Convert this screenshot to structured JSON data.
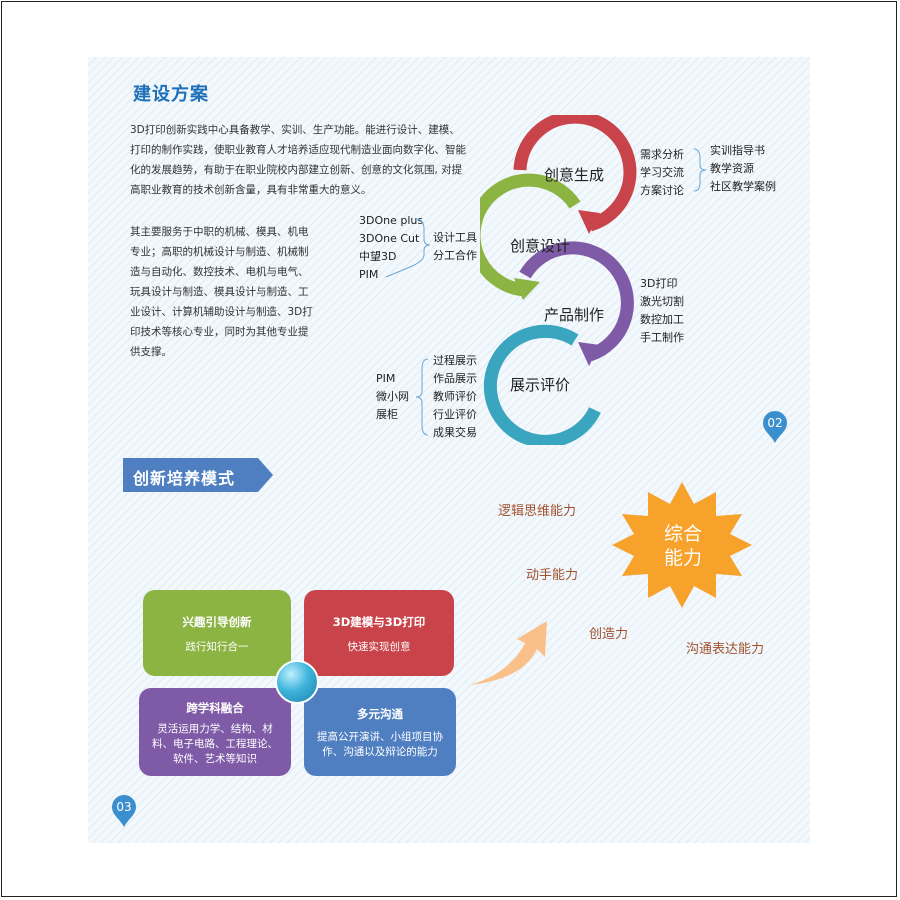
{
  "section1": {
    "title": "建设方案",
    "paragraph1_lines": [
      "3D打印创新实践中心具备教学、实训、生产功能。能进行设计、建模、",
      "打印的制作实践，使职业教育人才培养适应现代制造业面向数字化、智能",
      "化的发展趋势，有助于在职业院校内部建立创新、创意的文化氛围, 对提",
      "高职业教育的技术创新含量，具有非常重大的意义。"
    ],
    "paragraph2_lines": [
      "其主要服务于中职的机械、模具、机电",
      "专业；高职的机械设计与制造、机械制",
      "造与自动化、数控技术、电机与电气、",
      "玩具设计与制造、模具设计与制造、工",
      "业设计、计算机辅助设计与制造、3D打",
      "印技术等核心专业，同时为其他专业提",
      "供支撑。"
    ],
    "cycle": {
      "stage1": "创意生成",
      "stage2": "创意设计",
      "stage3": "产品制作",
      "stage4": "展示评价",
      "stage1_items": [
        "需求分析",
        "学习交流",
        "方案讨论"
      ],
      "stage1_resources": [
        "实训指导书",
        "教学资源",
        "社区教学案例"
      ],
      "stage2_tools": [
        "3DOne plus",
        "3DOne Cut",
        "中望3D",
        "PIM"
      ],
      "stage2_items": [
        "设计工具",
        "分工合作"
      ],
      "stage3_items": [
        "3D打印",
        "激光切割",
        "数控加工",
        "手工制作"
      ],
      "stage4_platforms": [
        "PIM",
        "微小网",
        "展柜"
      ],
      "stage4_items": [
        "过程展示",
        "作品展示",
        "教师评价",
        "行业评价",
        "成果交易"
      ]
    },
    "page_number": "02"
  },
  "section2": {
    "title": "创新培养模式",
    "tiles": [
      {
        "title": "兴趣引导创新",
        "subtitle": "践行知行合一"
      },
      {
        "title": "3D建模与3D打印",
        "subtitle": "快速实现创意"
      },
      {
        "title": "跨学科融合",
        "subtitle": "灵活运用力学、结构、材料、电子电路、工程理论、软件、艺术等知识"
      },
      {
        "title": "多元沟通",
        "subtitle": "提高公开演讲、小组项目协作、沟通以及辩论的能力"
      }
    ],
    "abilities": [
      "逻辑思维能力",
      "动手能力",
      "创造力",
      "沟通表达能力"
    ],
    "core": [
      "综合",
      "能力"
    ],
    "page_number": "03"
  },
  "colors": {
    "red": "#c9434a",
    "green": "#8bb443",
    "purple": "#7f5aa6",
    "teal": "#3aa5bf",
    "blue": "#4f7fc1",
    "orange": "#f7a22a",
    "title_blue": "#1d6fb8"
  }
}
